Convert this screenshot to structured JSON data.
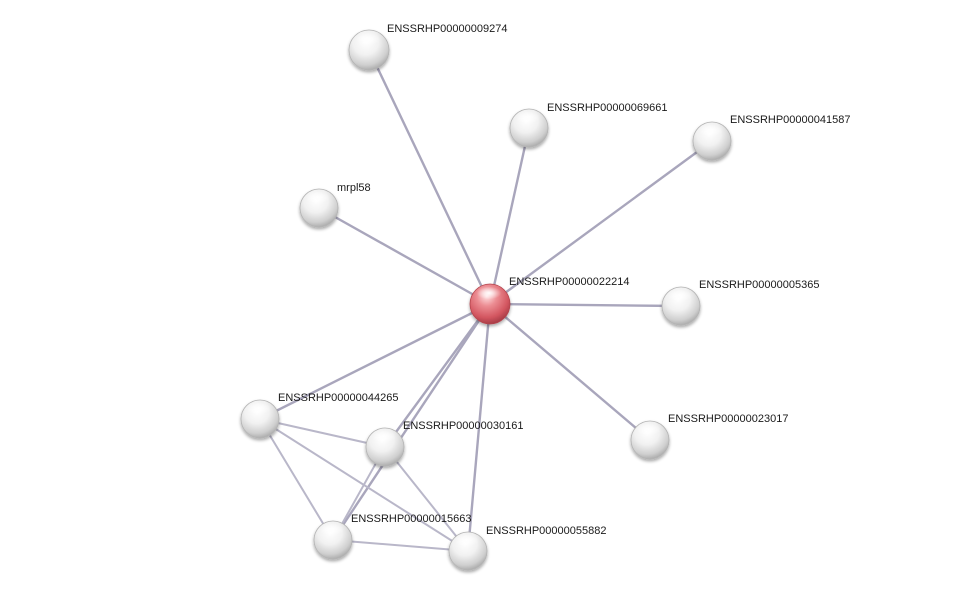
{
  "network": {
    "nodes": [
      {
        "id": "center",
        "label": "ENSSRHP00000022214",
        "query": true
      },
      {
        "id": "n9274",
        "label": "ENSSRHP00000009274"
      },
      {
        "id": "n69661",
        "label": "ENSSRHP00000069661"
      },
      {
        "id": "n41587",
        "label": "ENSSRHP00000041587"
      },
      {
        "id": "mrpl58",
        "label": "mrpl58"
      },
      {
        "id": "n5365",
        "label": "ENSSRHP00000005365"
      },
      {
        "id": "n44265",
        "label": "ENSSRHP00000044265"
      },
      {
        "id": "n30161",
        "label": "ENSSRHP00000030161"
      },
      {
        "id": "n23017",
        "label": "ENSSRHP00000023017"
      },
      {
        "id": "n15663",
        "label": "ENSSRHP00000015663"
      },
      {
        "id": "n55882",
        "label": "ENSSRHP00000055882"
      }
    ],
    "edges": [
      {
        "source": "center",
        "target": "n9274"
      },
      {
        "source": "center",
        "target": "n69661"
      },
      {
        "source": "center",
        "target": "n41587"
      },
      {
        "source": "center",
        "target": "mrpl58"
      },
      {
        "source": "center",
        "target": "n5365"
      },
      {
        "source": "center",
        "target": "n23017"
      },
      {
        "source": "center",
        "target": "n44265"
      },
      {
        "source": "center",
        "target": "n30161"
      },
      {
        "source": "center",
        "target": "n15663"
      },
      {
        "source": "center",
        "target": "n55882"
      },
      {
        "source": "n44265",
        "target": "n30161"
      },
      {
        "source": "n44265",
        "target": "n15663"
      },
      {
        "source": "n30161",
        "target": "n15663"
      },
      {
        "source": "n30161",
        "target": "n55882"
      },
      {
        "source": "n15663",
        "target": "n55882"
      },
      {
        "source": "n44265",
        "target": "n55882"
      }
    ]
  },
  "colors": {
    "query_node": "#d9555f",
    "neighbor_node": "#e6e6e6",
    "edge": "#b9b7c9"
  }
}
